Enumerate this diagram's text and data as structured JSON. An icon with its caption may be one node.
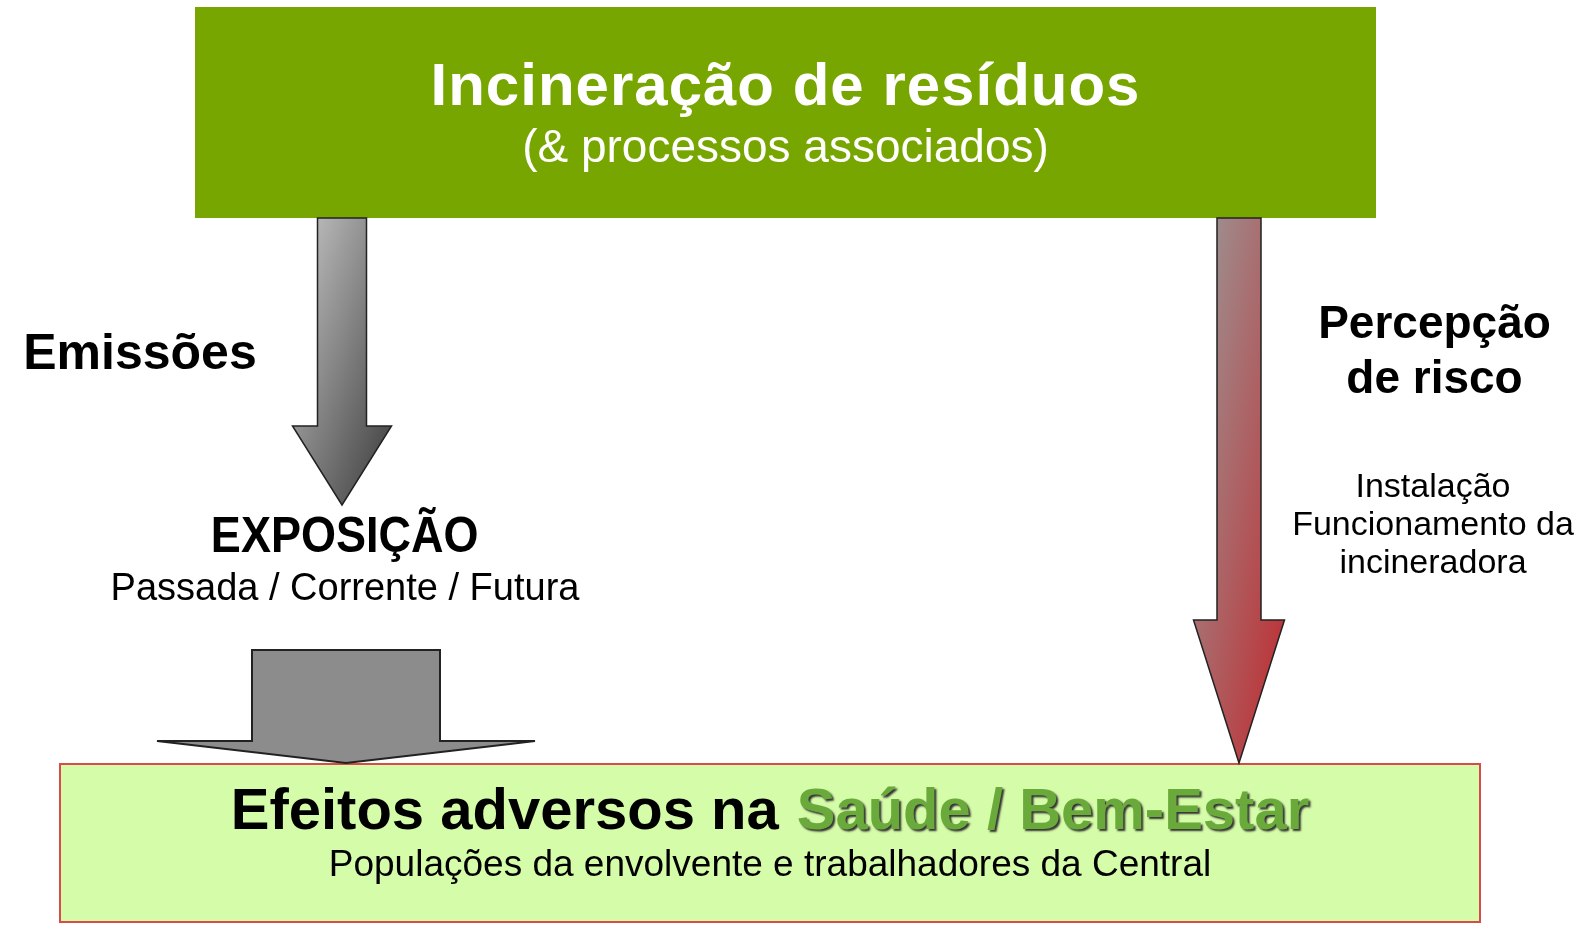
{
  "diagram": {
    "nodes": [
      {
        "text": [
          "Incineração de resíduos",
          "(& processos associados)"
        ]
      },
      {
        "text": [
          "EXPOSIÇÃO",
          "Passada / Corrente / Futura"
        ]
      },
      {
        "text": [
          "Efeitos adversos na",
          "Saúde / Bem-Estar",
          "Populações da envolvente e trabalhadores da Central"
        ]
      }
    ],
    "edges": [
      {
        "from": 0,
        "to": 1,
        "arrow": "to",
        "label": "Emissões"
      },
      {
        "from": 1,
        "to": 2,
        "arrow": "to",
        "style": "thick"
      },
      {
        "from": 0,
        "to": 2,
        "arrow": "to",
        "label": "Percepção de risco",
        "color": "#c0282d"
      }
    ],
    "labels": [
      "Instalação Funcionamento da incineradora"
    ]
  }
}
